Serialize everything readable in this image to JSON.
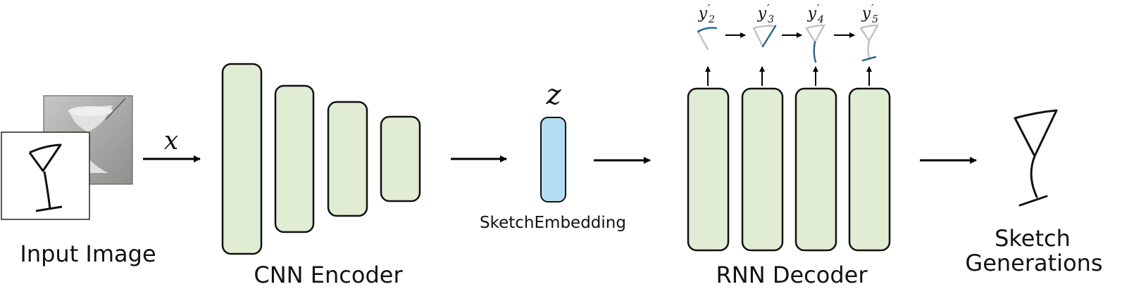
{
  "labels": {
    "input": "Input Image",
    "cnn": "CNN Encoder",
    "embedding": "SketchEmbedding",
    "rnn": "RNN Decoder",
    "gen_line1": "Sketch",
    "gen_line2": "Generations"
  },
  "math": {
    "x": "x",
    "z": "z",
    "y_base": "y",
    "prime": "′",
    "subscripts": [
      "2",
      "3",
      "4",
      "5"
    ]
  },
  "colors": {
    "block_fill": "#e1ecd4",
    "embedding_fill": "#b3def2",
    "stroke_highlight": "#2a6a92",
    "stroke_gray": "#c4c4c4",
    "photo_bg": "#a8a8a6"
  }
}
